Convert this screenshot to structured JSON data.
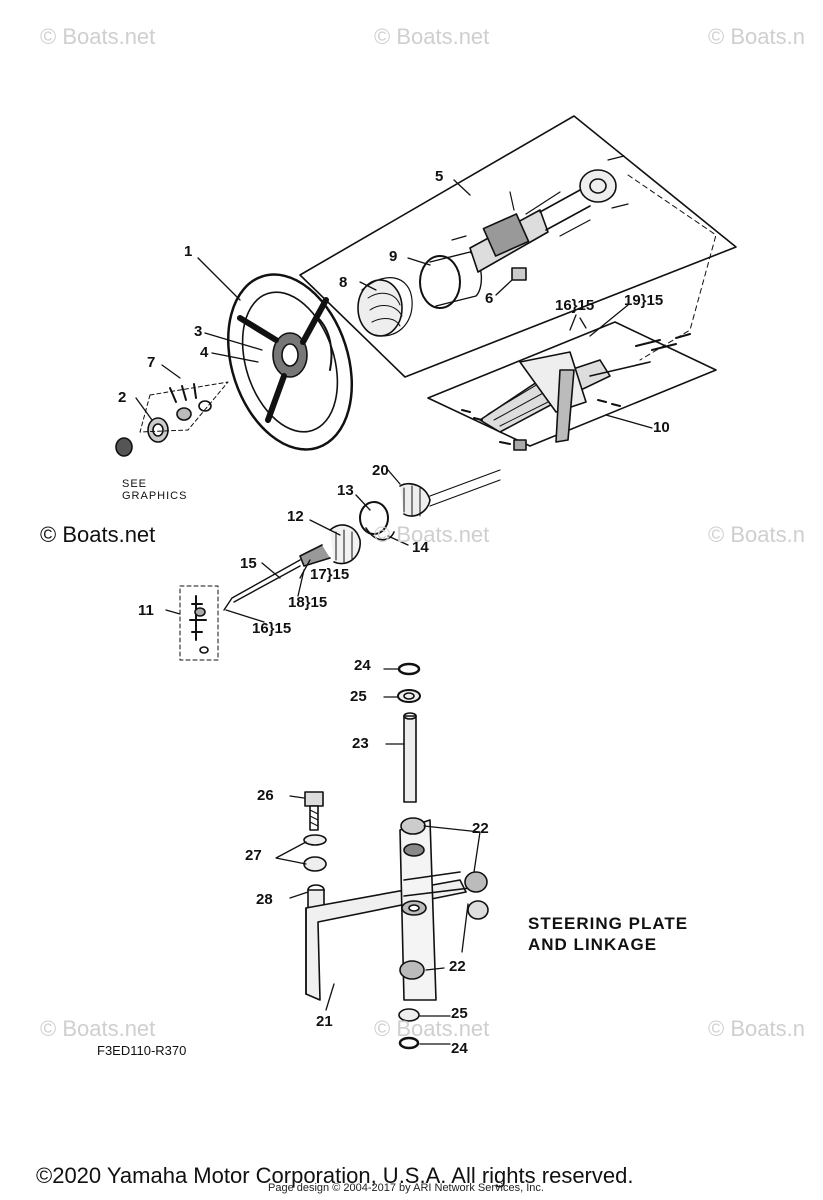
{
  "watermarks": [
    {
      "text": "© Boats.net"
    },
    {
      "text": "© Boats.net"
    },
    {
      "text": "© Boats.n"
    },
    {
      "text": "© Boats.net"
    },
    {
      "text": "© Boats.net"
    },
    {
      "text": "© Boats.n"
    },
    {
      "text": "© Boats.net"
    },
    {
      "text": "© Boats.net"
    },
    {
      "text": "© Boats.n"
    }
  ],
  "boats_logo": "© Boats.net",
  "callouts": {
    "c1": "1",
    "c2": "2",
    "c3": "3",
    "c4": "4",
    "c5": "5",
    "c6": "6",
    "c7": "7",
    "c8": "8",
    "c9": "9",
    "c10": "10",
    "c11": "11",
    "c12": "12",
    "c13": "13",
    "c14": "14",
    "c15": "15",
    "c16a": "16}15",
    "c19": "19}15",
    "c20": "20",
    "c17": "17}15",
    "c18": "18}15",
    "c16b": "16}15",
    "c24a": "24",
    "c25a": "25",
    "c23": "23",
    "c26": "26",
    "c22a": "22",
    "c27": "27",
    "c28": "28",
    "c22b": "22",
    "c21": "21",
    "c25b": "25",
    "c24b": "24"
  },
  "see_graphics": "SEE\nGRAPHICS",
  "title_note": "STEERING PLATE\nAND LINKAGE",
  "diagram_code": "F3ED110-R370",
  "copyright": "©2020 Yamaha Motor Corporation, U.S.A. All rights reserved.",
  "page_design": "Page design © 2004-2017 by ARI Network Services, Inc."
}
